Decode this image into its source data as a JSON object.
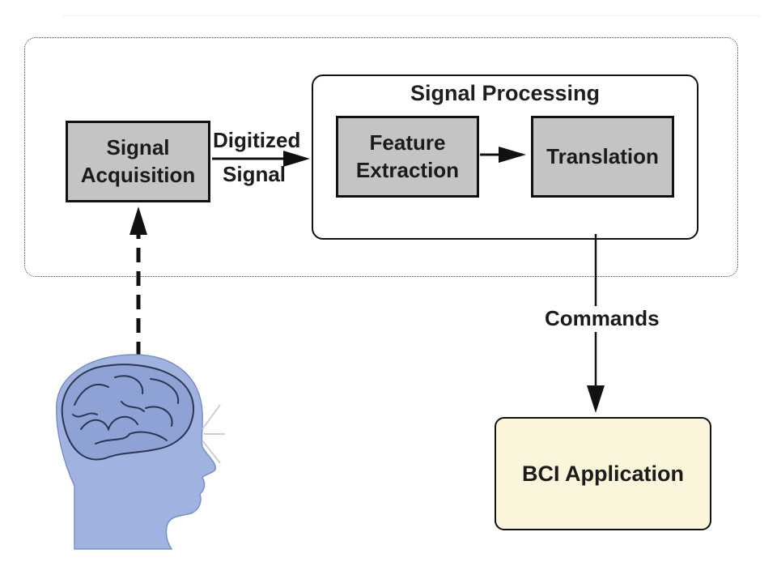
{
  "diagram": {
    "processing_title": "Signal Processing",
    "nodes": {
      "signal_acquisition": [
        "Signal",
        "Acquisition"
      ],
      "feature_extraction": [
        "Feature",
        "Extraction"
      ],
      "translation": "Translation",
      "bci_application": "BCI Application"
    },
    "edge_labels": {
      "digitized_line1": "Digitized",
      "digitized_line2": "Signal",
      "commands": "Commands"
    },
    "icons": {
      "head": "human-head-brain-icon"
    },
    "colors": {
      "block_fill": "#c6c3c6",
      "application_fill": "#fbf5db",
      "head_fill": "#9fb2e0"
    }
  }
}
